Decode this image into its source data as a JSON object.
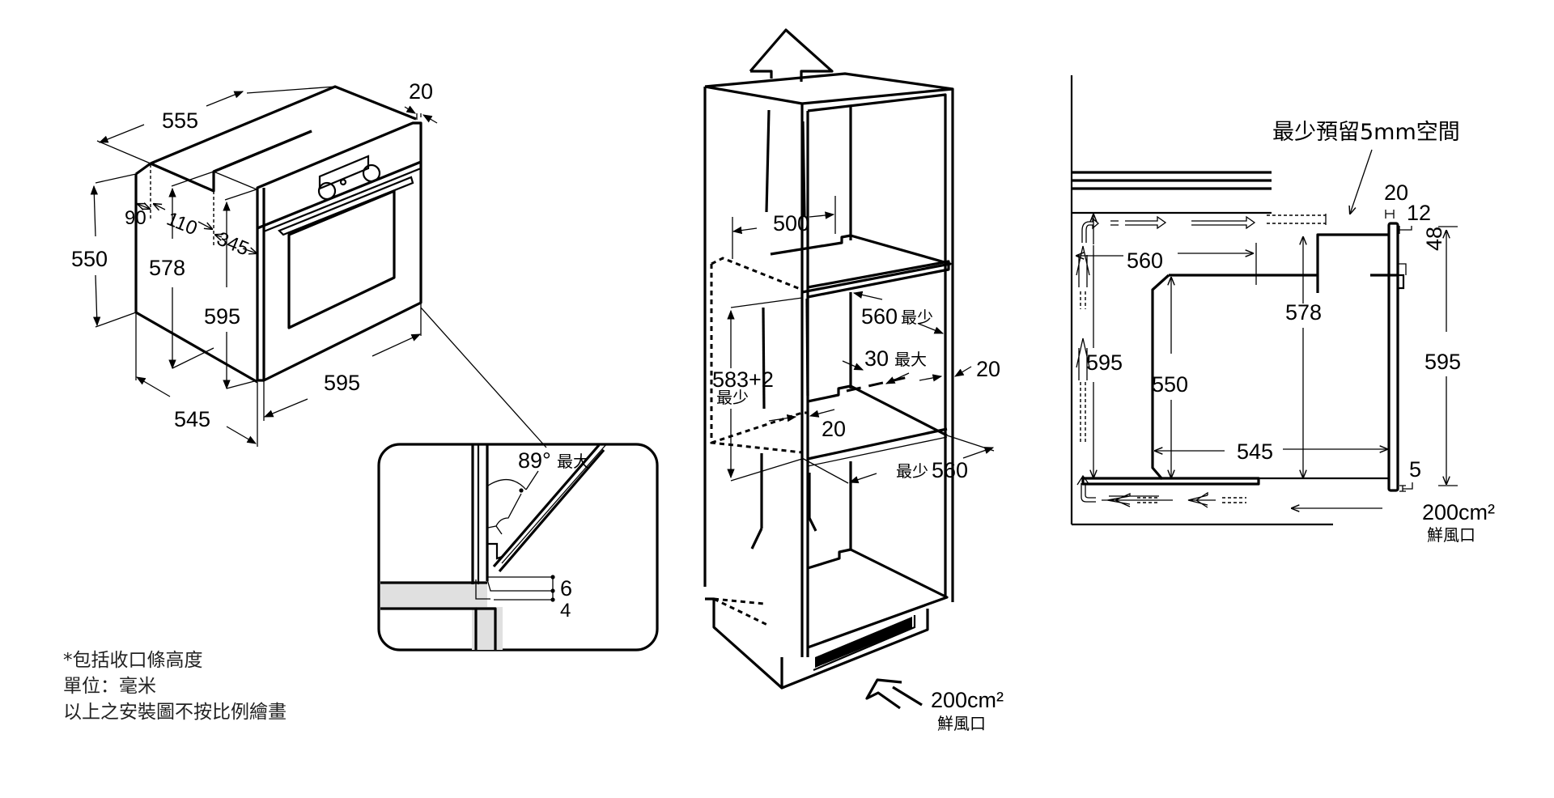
{
  "figure": {
    "title": "Built-in oven installation diagram",
    "units_note": "單位：毫米"
  },
  "oven_dimensions": {
    "label": "oven-isometric",
    "width_top": "555",
    "front_depth": "20",
    "height_body": "550",
    "inner_height": "578",
    "height_front": "595",
    "width_front": "595",
    "depth_body": "545",
    "offset_a": "90",
    "offset_b": "110",
    "offset_c": "345"
  },
  "door_detail": {
    "angle": "89°",
    "angle_note": "最大",
    "gap_top": "6",
    "gap_bottom": "4"
  },
  "cabinet": {
    "width_inner": "500",
    "depth_min": "560",
    "depth_min_note": "最少",
    "back_gap": "30",
    "back_gap_note": "最大",
    "side_thickness": "20",
    "shelf_thickness": "20",
    "height_opening": "583+2",
    "height_opening_note": "最少",
    "depth_min_bottom_note": "最少",
    "depth_min_bottom": "560",
    "vent_area": "200cm²",
    "vent_label": "鮮風口"
  },
  "side_section": {
    "clearance_note": "最少預留5mm空間",
    "top_gap": "20",
    "top_offset": "12",
    "door_offset": "48",
    "depth": "560",
    "inner_height": "578",
    "cabinet_height": "595",
    "oven_height": "550",
    "oven_front_height": "595",
    "oven_depth": "545",
    "bottom_gap": "5",
    "vent_area": "200cm²",
    "vent_label": "鮮風口"
  },
  "notes": [
    "*包括收口條高度",
    "單位：毫米",
    "以上之安裝圖不按比例繪畫"
  ]
}
